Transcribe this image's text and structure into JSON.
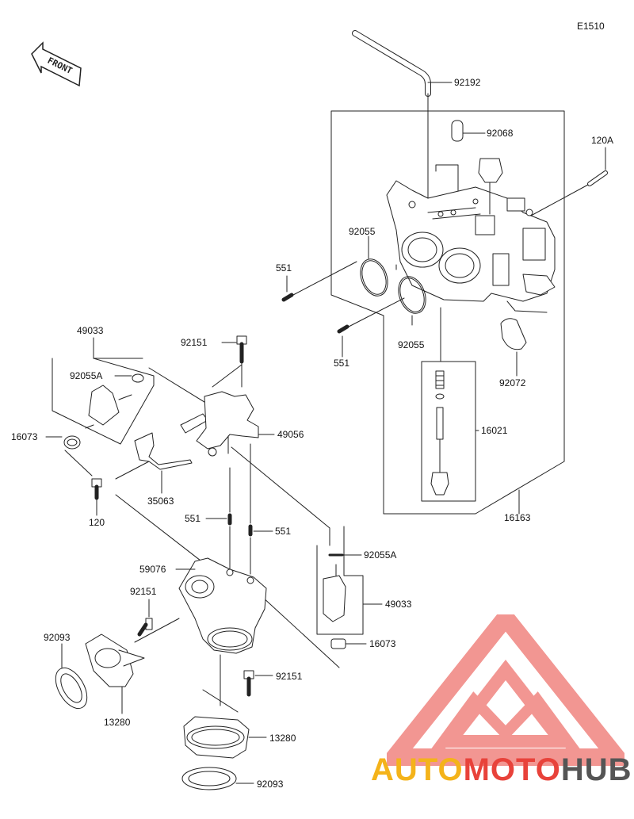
{
  "diagram_code": "E1510",
  "direction": "FRONT",
  "colors": {
    "line": "#222222",
    "brand_red": "#e8423a",
    "brand_yellow": "#f4b31a",
    "brand_gray": "#555555"
  },
  "brand": {
    "part1": "AUTO",
    "part2": "MOTO",
    "part3": "HUB",
    "logo_icon": "triangle-m-logo-icon"
  },
  "labels": {
    "p92192": "92192",
    "p92068": "92068",
    "p120A": "120A",
    "p92055_top": "92055",
    "p551_top": "551",
    "p92055_mid": "92055",
    "p551_mid": "551",
    "p92072": "92072",
    "p16021": "16021",
    "p16163": "16163",
    "p49033_left": "49033",
    "p92055A_left": "92055A",
    "p16073_left": "16073",
    "p92151_top": "92151",
    "p49056": "49056",
    "p35063": "35063",
    "p120": "120",
    "p551_low1": "551",
    "p551_low2": "551",
    "p59076": "59076",
    "p92055A_right": "92055A",
    "p49033_right": "49033",
    "p16073_right": "16073",
    "p92151_left": "92151",
    "p92093_left": "92093",
    "p13280_left": "13280",
    "p92151_low": "92151",
    "p13280_low": "13280",
    "p92093_low": "92093"
  }
}
